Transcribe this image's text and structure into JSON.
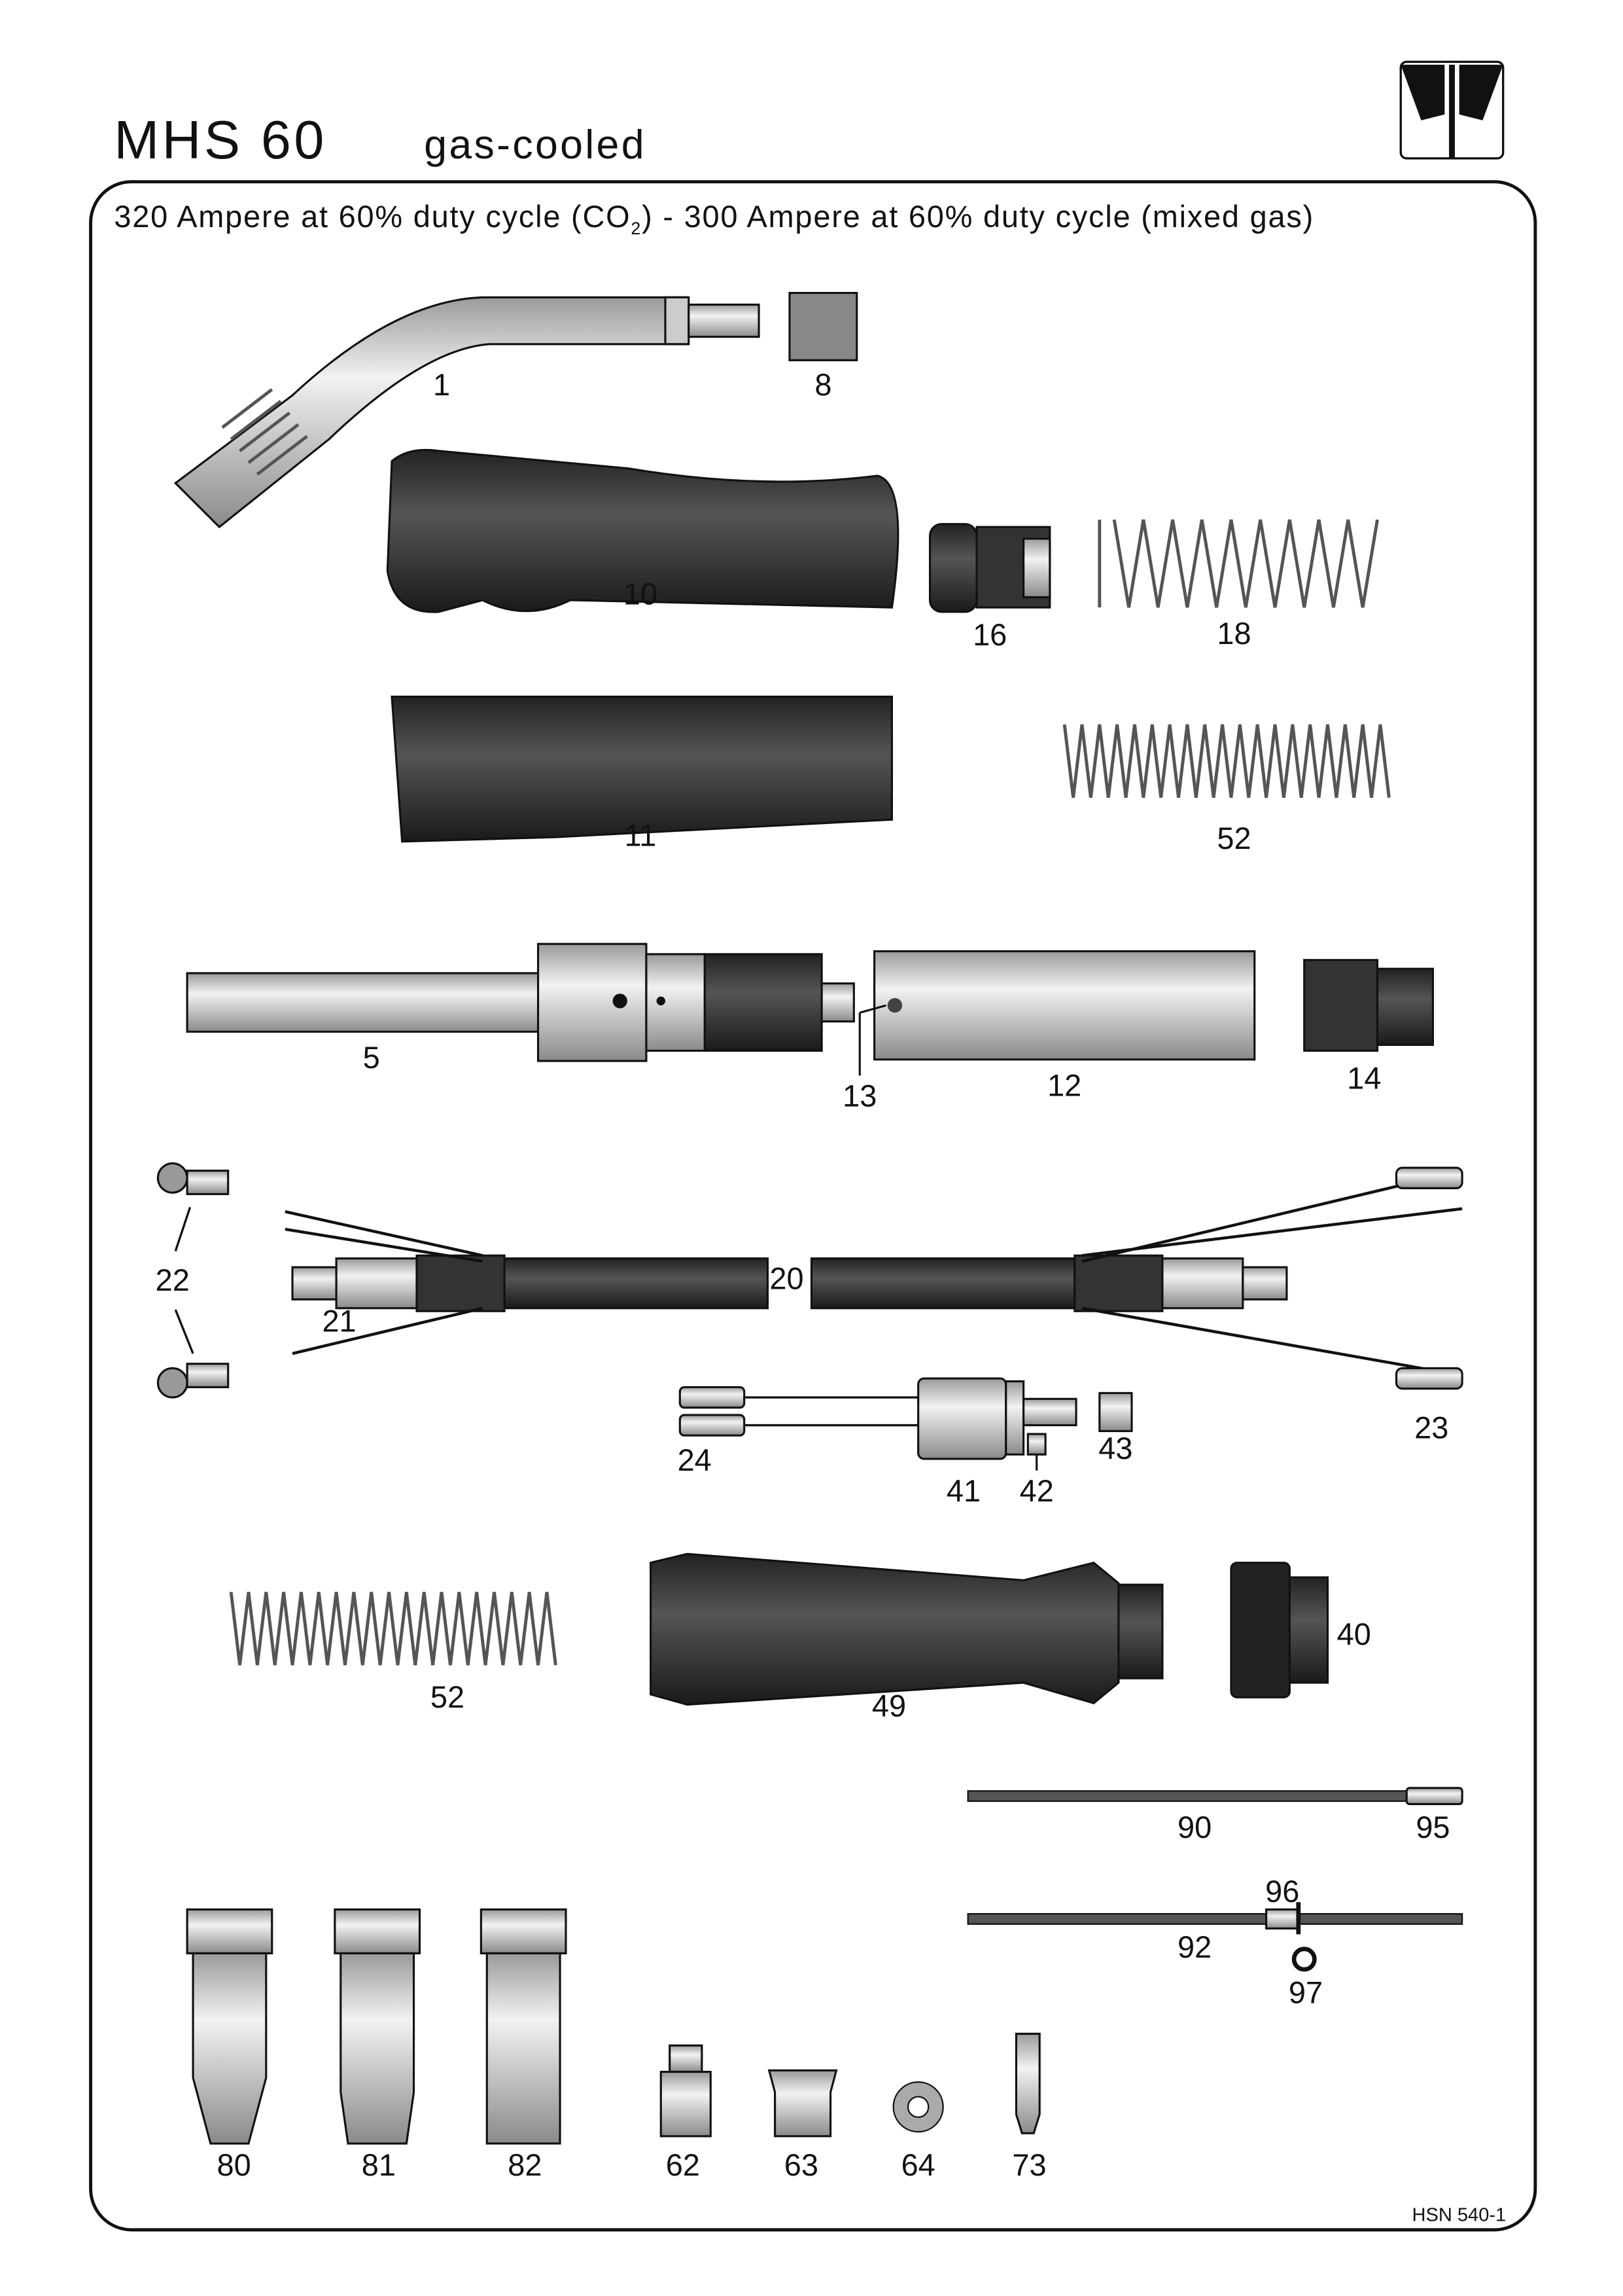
{
  "header": {
    "model": "MHS 60",
    "type": "gas-cooled",
    "rating_part1": "320 Ampere at 60% duty cycle (CO",
    "rating_sub": "2",
    "rating_part2": ") - 300 Ampere at 60% duty cycle (mixed gas)"
  },
  "parts": {
    "p1": "1",
    "p8": "8",
    "p10": "10",
    "p16": "16",
    "p18": "18",
    "p11": "11",
    "p52a": "52",
    "p5": "5",
    "p13": "13",
    "p12": "12",
    "p14": "14",
    "p22": "22",
    "p21": "21",
    "p20": "20",
    "p23": "23",
    "p24": "24",
    "p41": "41",
    "p42": "42",
    "p43": "43",
    "p40": "40",
    "p52b": "52",
    "p49": "49",
    "p90": "90",
    "p95": "95",
    "p96": "96",
    "p92": "92",
    "p97": "97",
    "p80": "80",
    "p81": "81",
    "p82": "82",
    "p62": "62",
    "p63": "63",
    "p64": "64",
    "p73": "73"
  },
  "footer": {
    "doc_id": "HSN 540-1"
  }
}
